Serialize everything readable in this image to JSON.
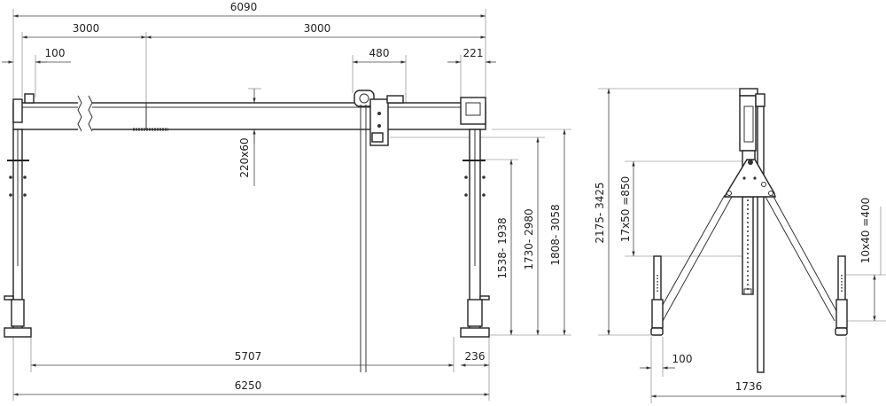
{
  "front_view": {
    "overall_beam": "6090",
    "span_left": "3000",
    "span_right": "3000",
    "end_offset": "100",
    "trolley_width": "480",
    "end_cap": "221",
    "beam_section": "220x60",
    "height_hook": "1538- 1938",
    "height_beam_under": "1730- 2980",
    "height_beam_top": "1808- 3058",
    "inner_span": "5707",
    "foot_width": "236",
    "overall_width": "6250"
  },
  "side_view": {
    "overall_height": "2175- 3425",
    "mast_adjust": "17x50 =850",
    "outrigger_adjust": "10x40 =400",
    "foot_offset": "100",
    "base_width": "1736"
  }
}
